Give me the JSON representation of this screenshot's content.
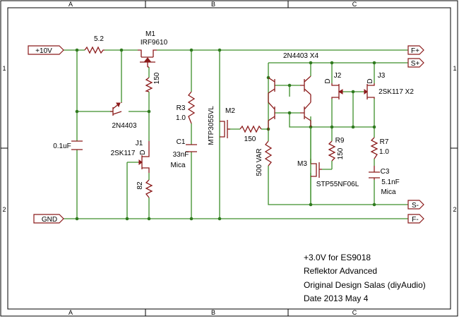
{
  "frame": {
    "columns": [
      "A",
      "B",
      "C"
    ],
    "rows": [
      "1",
      "2"
    ]
  },
  "nets": {
    "vin": "+10V",
    "gnd": "GND",
    "f_plus": "F+",
    "s_plus": "S+",
    "s_minus": "S-",
    "f_minus": "F-"
  },
  "components": {
    "r_in": "5.2",
    "m1_ref": "M1",
    "m1_part": "IRF9610",
    "r_150_top": "150",
    "q_2n4403": "2N4403",
    "c_01uf": "0.1uF",
    "j1_ref": "J1",
    "j1_part": "2SK117",
    "j1_pin": "D",
    "r_82": "82",
    "r3_ref": "R3",
    "r3_val": "1.0",
    "c1_ref": "C1",
    "c1_val": "33nF",
    "c1_type": "Mica",
    "m2_part": "MTP3055VL",
    "m2_ref": "M2",
    "r_150_gate": "150",
    "quad_label": "2N4403 X4",
    "r_500var": "500 VAR",
    "j2_ref": "J2",
    "j2_pin": "D",
    "j3_ref": "J3",
    "j3_pin": "D",
    "j3_part": "2SK117 X2",
    "r9_ref": "R9",
    "r9_val": "150",
    "m3_ref": "M3",
    "m3_part": "STP55NF06L",
    "r7_ref": "R7",
    "r7_val": "1.0",
    "c3_ref": "C3",
    "c3_val": "5.1nF",
    "c3_type": "Mica"
  },
  "title_block": {
    "line1": "+3.0V for ES9018",
    "line2": "Reflektor Advanced",
    "line3": "Original Design Salas (diyAudio)",
    "line4": "Date 2013 May 4"
  }
}
